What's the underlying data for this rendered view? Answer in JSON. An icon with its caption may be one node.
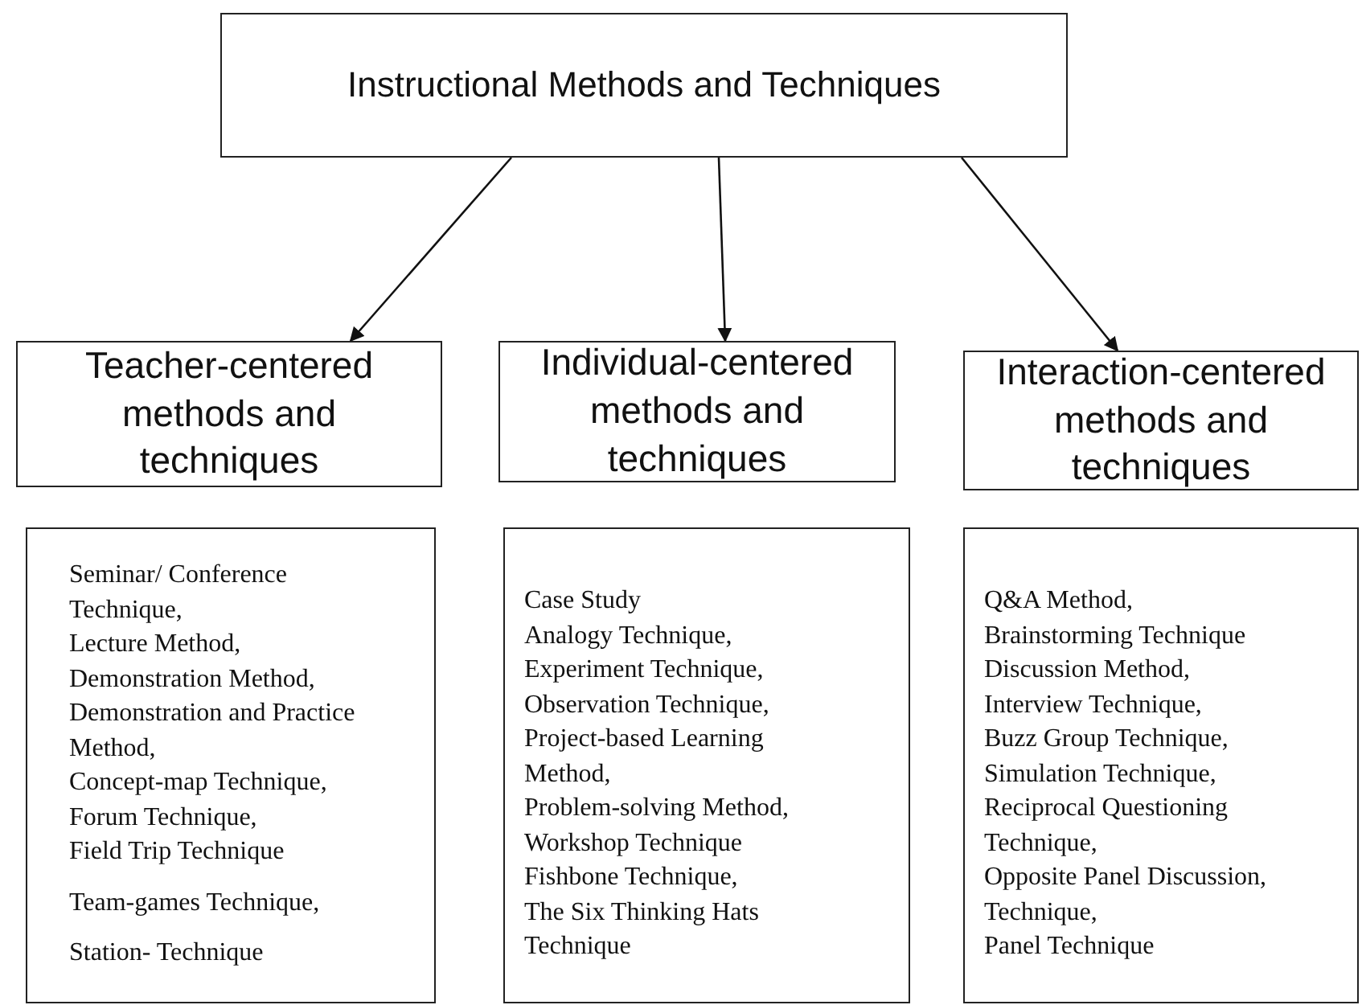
{
  "diagram": {
    "nodes": [
      {
        "text": [
          "Instructional Methods and Techniques"
        ]
      },
      {
        "text": [
          "Teacher-centered methods and techniques"
        ]
      },
      {
        "text": [
          "Individual-centered methods and techniques"
        ]
      },
      {
        "text": [
          "Interaction-centered methods and techniques"
        ]
      },
      {
        "text": [
          "Seminar/ Conference Technique,",
          "Lecture Method,",
          "Demonstration Method,",
          "Demonstration and Practice Method,",
          "Concept-map Technique,",
          "Forum Technique,",
          "Field Trip Technique",
          "Team-games Technique,",
          "Station- Technique"
        ]
      },
      {
        "text": [
          "Case Study",
          "Analogy Technique,",
          "Experiment Technique,",
          "Observation Technique,",
          "Project-based Learning Method,",
          "Problem-solving Method,",
          "Workshop Technique",
          "Fishbone Technique,",
          "The Six Thinking Hats Technique"
        ]
      },
      {
        "text": [
          "Q&A Method,",
          "Brainstorming Technique",
          "Discussion Method,",
          "Interview Technique,",
          "Buzz Group Technique,",
          "Simulation Technique,",
          "Reciprocal Questioning Technique,",
          "Opposite Panel Discussion, Technique,",
          "Panel Technique"
        ]
      }
    ],
    "edges": [
      {
        "from": 0,
        "to": 1,
        "arrow": "to"
      },
      {
        "from": 0,
        "to": 2,
        "arrow": "to"
      },
      {
        "from": 0,
        "to": 3,
        "arrow": "to"
      }
    ]
  }
}
